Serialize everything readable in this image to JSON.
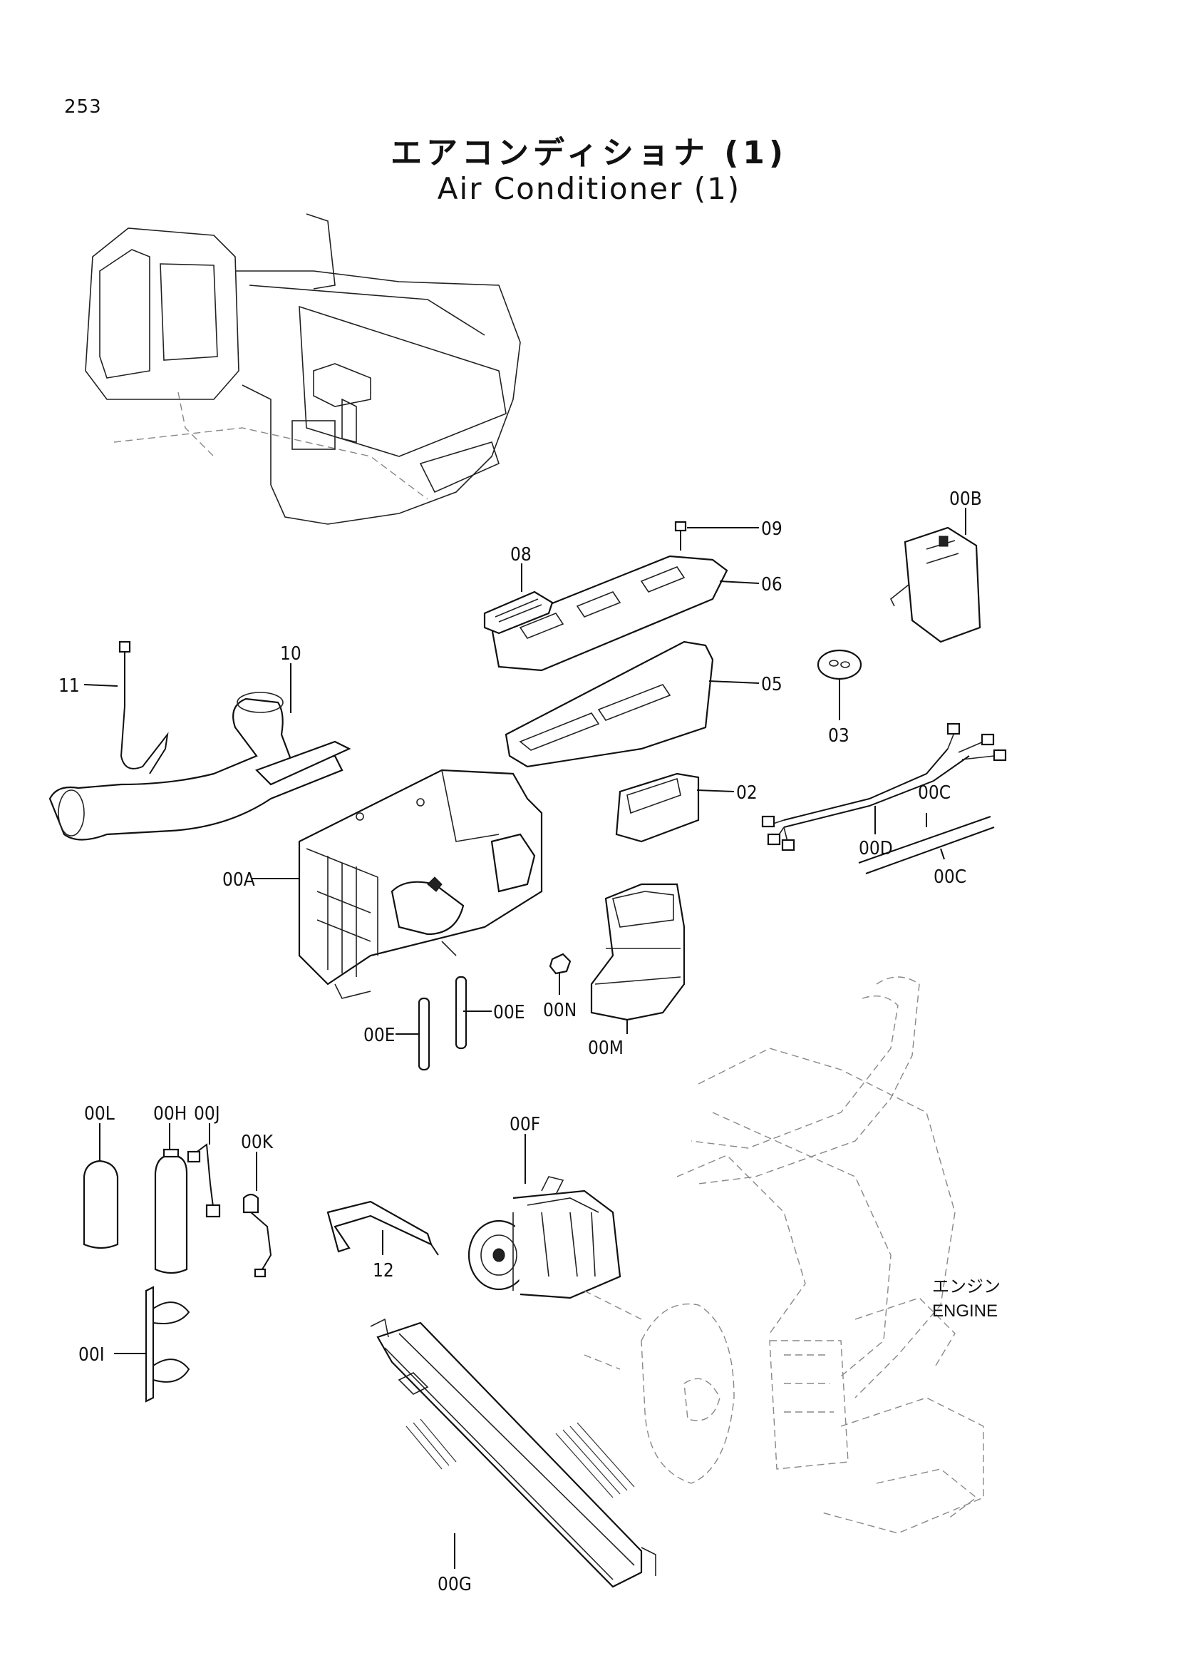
{
  "page_number": "253",
  "title_jp": "エアコンディショナ (1)",
  "title_en": "Air Conditioner (1)",
  "engine_label_jp": "エンジン",
  "engine_label_en": "ENGINE",
  "callouts": {
    "p09": "09",
    "p08": "08",
    "p06": "06",
    "p00B": "00B",
    "p11": "11",
    "p10": "10",
    "p05": "05",
    "p03": "03",
    "p02": "02",
    "p00C_top": "00C",
    "p00D": "00D",
    "p00C_bottom": "00C",
    "p00A": "00A",
    "p00E_right": "00E",
    "p00E_left": "00E",
    "p00N": "00N",
    "p00M": "00M",
    "p00L": "00L",
    "p00H": "00H",
    "p00J": "00J",
    "p00K": "00K",
    "p00F": "00F",
    "p12": "12",
    "p00I": "00I",
    "p00G": "00G"
  }
}
